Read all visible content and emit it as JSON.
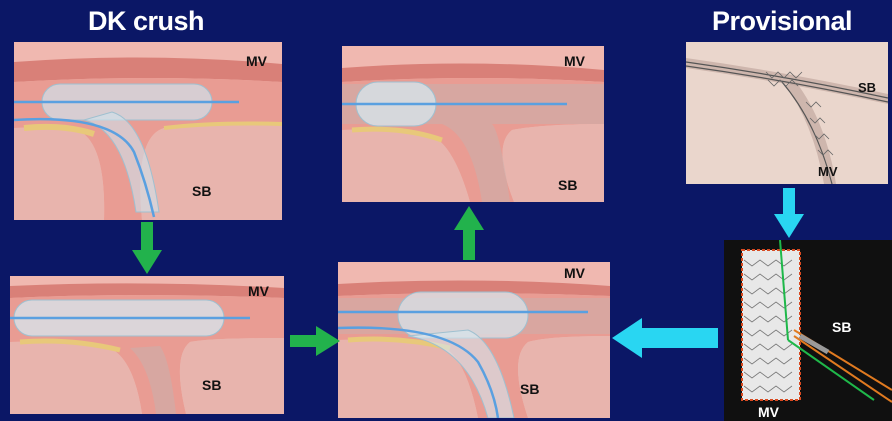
{
  "titles": {
    "left": "DK crush",
    "right": "Provisional"
  },
  "panels": {
    "dk_top_left": {
      "mv": "MV",
      "sb": "SB"
    },
    "dk_top_middle": {
      "mv": "MV",
      "sb": "SB"
    },
    "dk_bottom_left": {
      "mv": "MV",
      "sb": "SB"
    },
    "dk_bottom_middle": {
      "mv": "MV",
      "sb": "SB"
    },
    "prov_photo": {
      "mv": "MV",
      "sb": "SB"
    },
    "prov_dark": {
      "mv": "MV",
      "sb": "SB"
    }
  },
  "colors": {
    "background": "#0b1766",
    "green_arrow": "#22b24c",
    "cyan_arrow": "#29d6f2",
    "vessel_wall": "#e79a93",
    "lumen": "#f1c2ba",
    "fat": "#e8c87a",
    "guidewire": "#5aa0e0"
  }
}
